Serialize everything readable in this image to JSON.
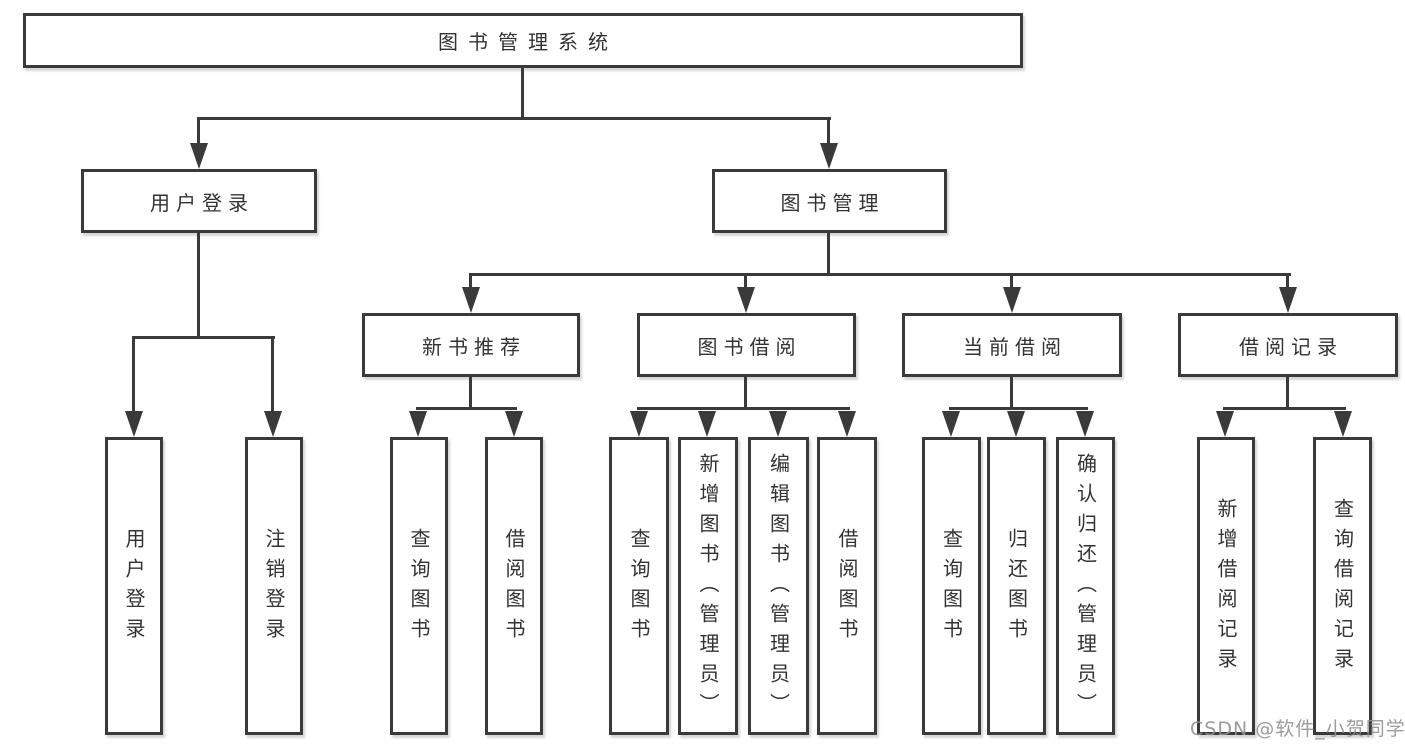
{
  "tree": {
    "label": "图书管理系统",
    "children": [
      {
        "label": "用户登录",
        "children": [
          {
            "label": "用户登录"
          },
          {
            "label": "注销登录"
          }
        ]
      },
      {
        "label": "图书管理",
        "children": [
          {
            "label": "新书推荐",
            "children": [
              {
                "label": "查询图书"
              },
              {
                "label": "借阅图书"
              }
            ]
          },
          {
            "label": "图书借阅",
            "children": [
              {
                "label": "查询图书"
              },
              {
                "label": "新增图书（管理员）"
              },
              {
                "label": "编辑图书（管理员）"
              },
              {
                "label": "借阅图书"
              }
            ]
          },
          {
            "label": "当前借阅",
            "children": [
              {
                "label": "查询图书"
              },
              {
                "label": "归还图书"
              },
              {
                "label": "确认归还（管理员）"
              }
            ]
          },
          {
            "label": "借阅记录",
            "children": [
              {
                "label": "新增借阅记录"
              },
              {
                "label": "查询借阅记录"
              }
            ]
          }
        ]
      }
    ]
  },
  "watermark": {
    "text": "CSDN @软件_小贺同学"
  },
  "colors": {
    "line": "#3a3a3a",
    "box_border": "#3a3a3a",
    "box_text": "#333333",
    "background": "#ffffff",
    "watermark": "#919191"
  }
}
